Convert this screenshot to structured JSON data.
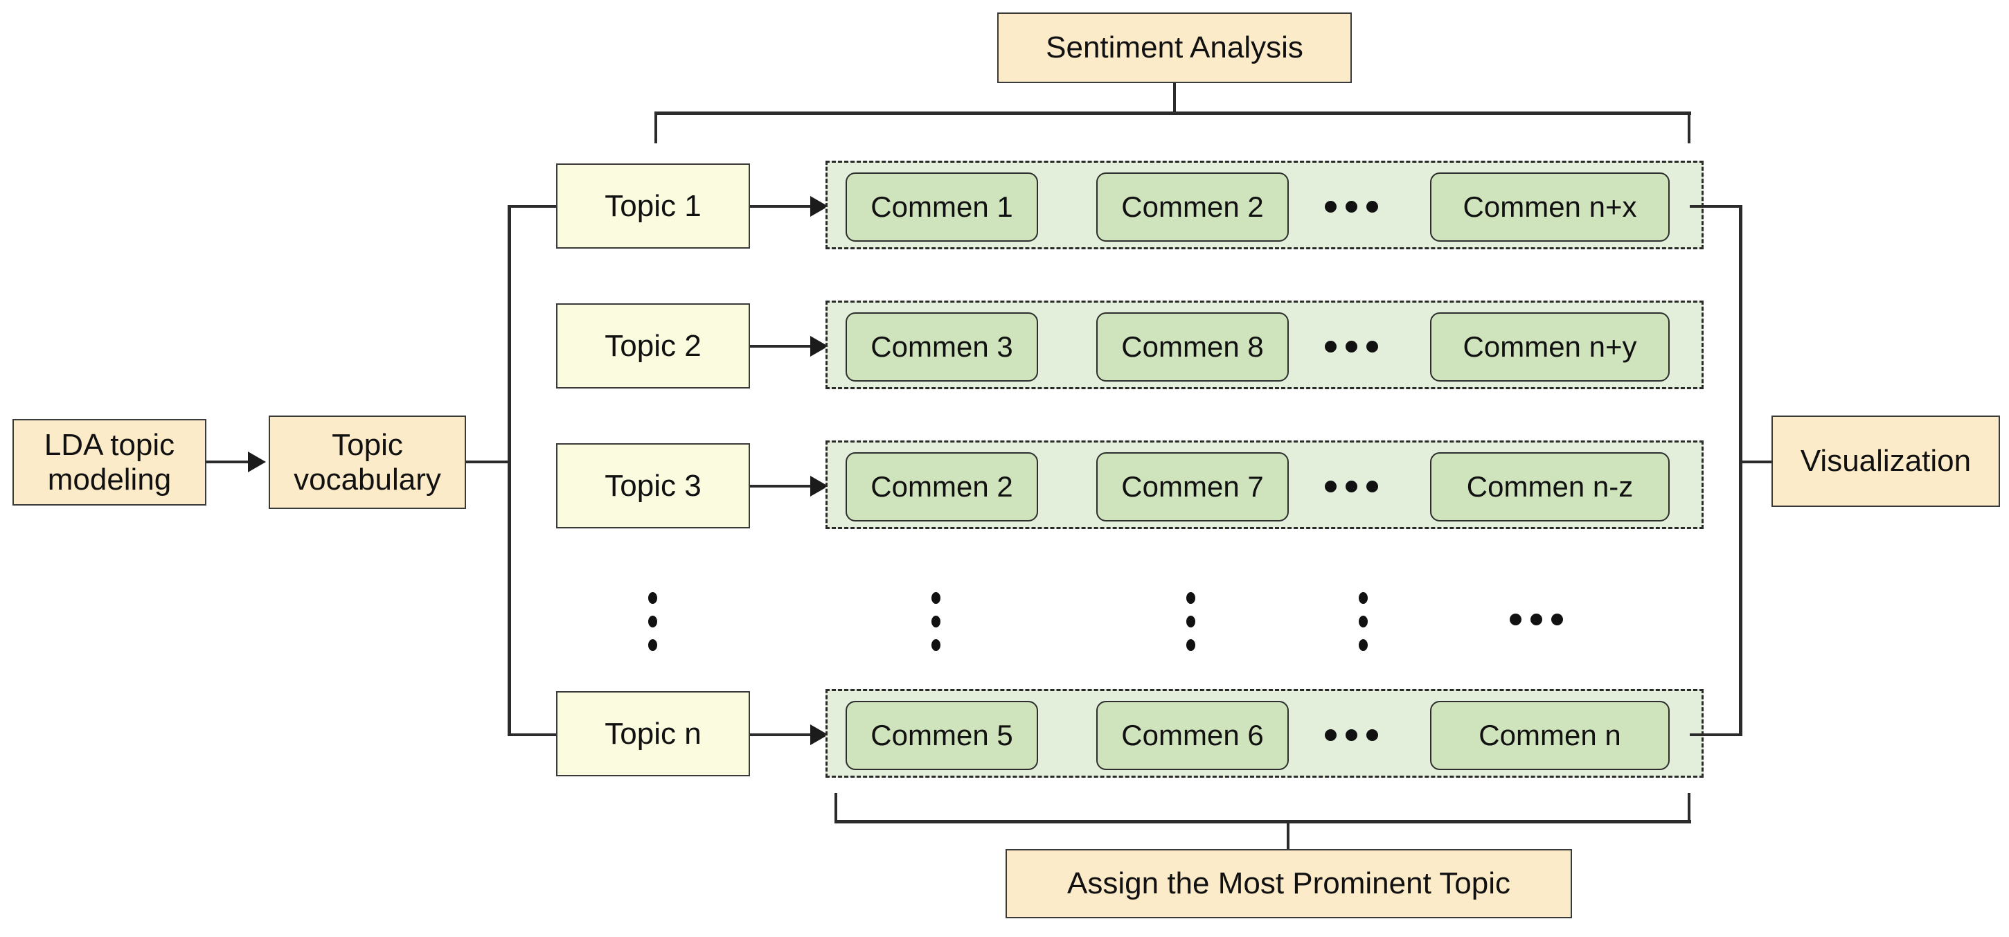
{
  "diagram": {
    "title": "LDA topic modeling and sentiment analysis pipeline",
    "colors": {
      "process_fill": "#fcebc8",
      "topic_fill": "#fbfbe0",
      "group_fill": "#e3efdb",
      "chip_fill": "#cfe3bd",
      "stroke": "#2b2b2b",
      "background": "#ffffff"
    }
  },
  "nodes": {
    "lda_topic_modeling": "LDA topic\nmodeling",
    "lda_line1": "LDA topic",
    "lda_line2": "modeling",
    "topic_vocabulary_line1": "Topic",
    "topic_vocabulary_line2": "vocabulary",
    "sentiment_analysis": "Sentiment Analysis",
    "assign_prominent_topic": "Assign the Most Prominent Topic",
    "visualization": "Visualization"
  },
  "topics": [
    {
      "label": "Topic 1"
    },
    {
      "label": "Topic 2"
    },
    {
      "label": "Topic 3"
    },
    {
      "label": "Topic n"
    }
  ],
  "comment_rows": [
    {
      "topic": "Topic 1",
      "comments": [
        "Commen 1",
        "Commen 2",
        "Commen n+x"
      ],
      "ellipsis": "..."
    },
    {
      "topic": "Topic 2",
      "comments": [
        "Commen 3",
        "Commen 8",
        "Commen n+y"
      ],
      "ellipsis": "..."
    },
    {
      "topic": "Topic 3",
      "comments": [
        "Commen 2",
        "Commen 7",
        "Commen n-z"
      ],
      "ellipsis": "..."
    },
    {
      "topic": "Topic n",
      "comments": [
        "Commen 5",
        "Commen 6",
        "Commen n"
      ],
      "ellipsis": "..."
    }
  ],
  "continuation": {
    "vertical_dots": "⋮",
    "horizontal_dots": "..."
  }
}
